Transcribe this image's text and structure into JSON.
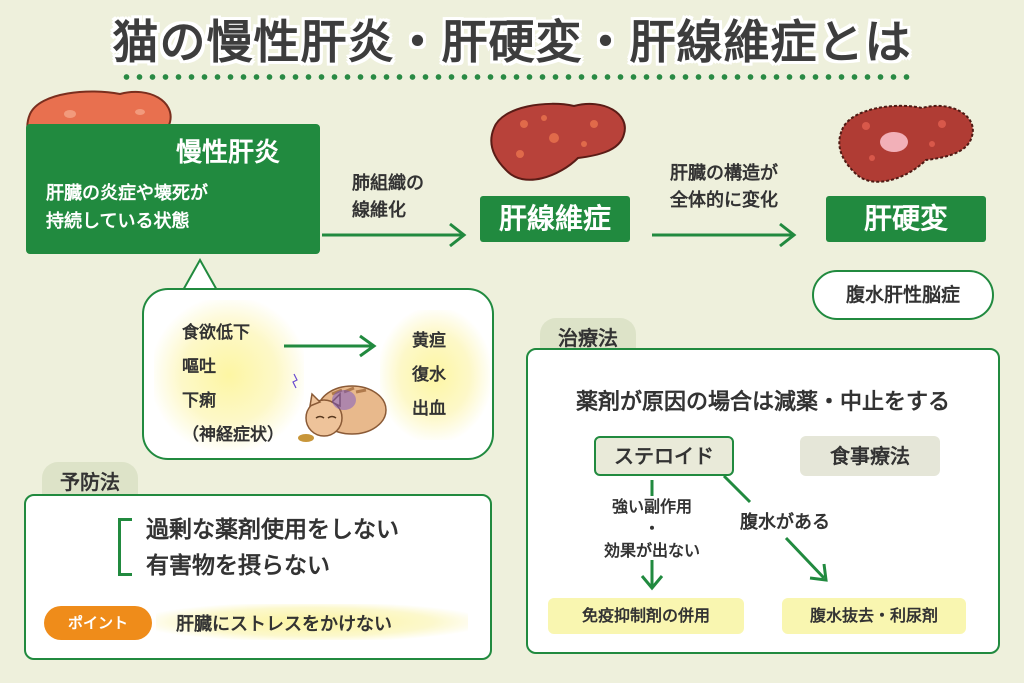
{
  "title": "猫の慢性肝炎・肝硬変・肝線維症とは",
  "hepatitis": {
    "title": "慢性肝炎",
    "desc_line1": "肝臓の炎症や壊死が",
    "desc_line2": "持続している状態"
  },
  "arrow1": {
    "line1": "肺組織の",
    "line2": "線維化"
  },
  "fibrosis": {
    "title": "肝線維症"
  },
  "arrow2": {
    "line1": "肝臓の構造が",
    "line2": "全体的に変化"
  },
  "cirrhosis": {
    "title": "肝硬変",
    "complication": "腹水肝性脳症"
  },
  "symptoms": {
    "early": [
      "食欲低下",
      "嘔吐",
      "下痢",
      "（神経症状）"
    ],
    "late": [
      "黄疸",
      "復水",
      "出血"
    ]
  },
  "prevention": {
    "tab": "予防法",
    "line1": "過剰な薬剤使用をしない",
    "line2": "有害物を摂らない",
    "point_label": "ポイント",
    "point_text": "肝臓にストレスをかけない"
  },
  "treatment": {
    "tab": "治療法",
    "lead": "薬剤が原因の場合は減薬・中止をする",
    "steroid": "ステロイド",
    "diet": "食事療法",
    "cond_left_1": "強い副作用",
    "cond_left_sep": "・",
    "cond_left_2": "効果が出ない",
    "cond_right": "腹水がある",
    "result_left": "免疫抑制剤の併用",
    "result_right": "腹水抜去・利尿剤"
  },
  "colors": {
    "background": "#eef0dc",
    "green": "#218a3f",
    "liver": "#e36a4e",
    "point_orange": "#ef8c1a",
    "highlight": "#f9f6b0"
  }
}
